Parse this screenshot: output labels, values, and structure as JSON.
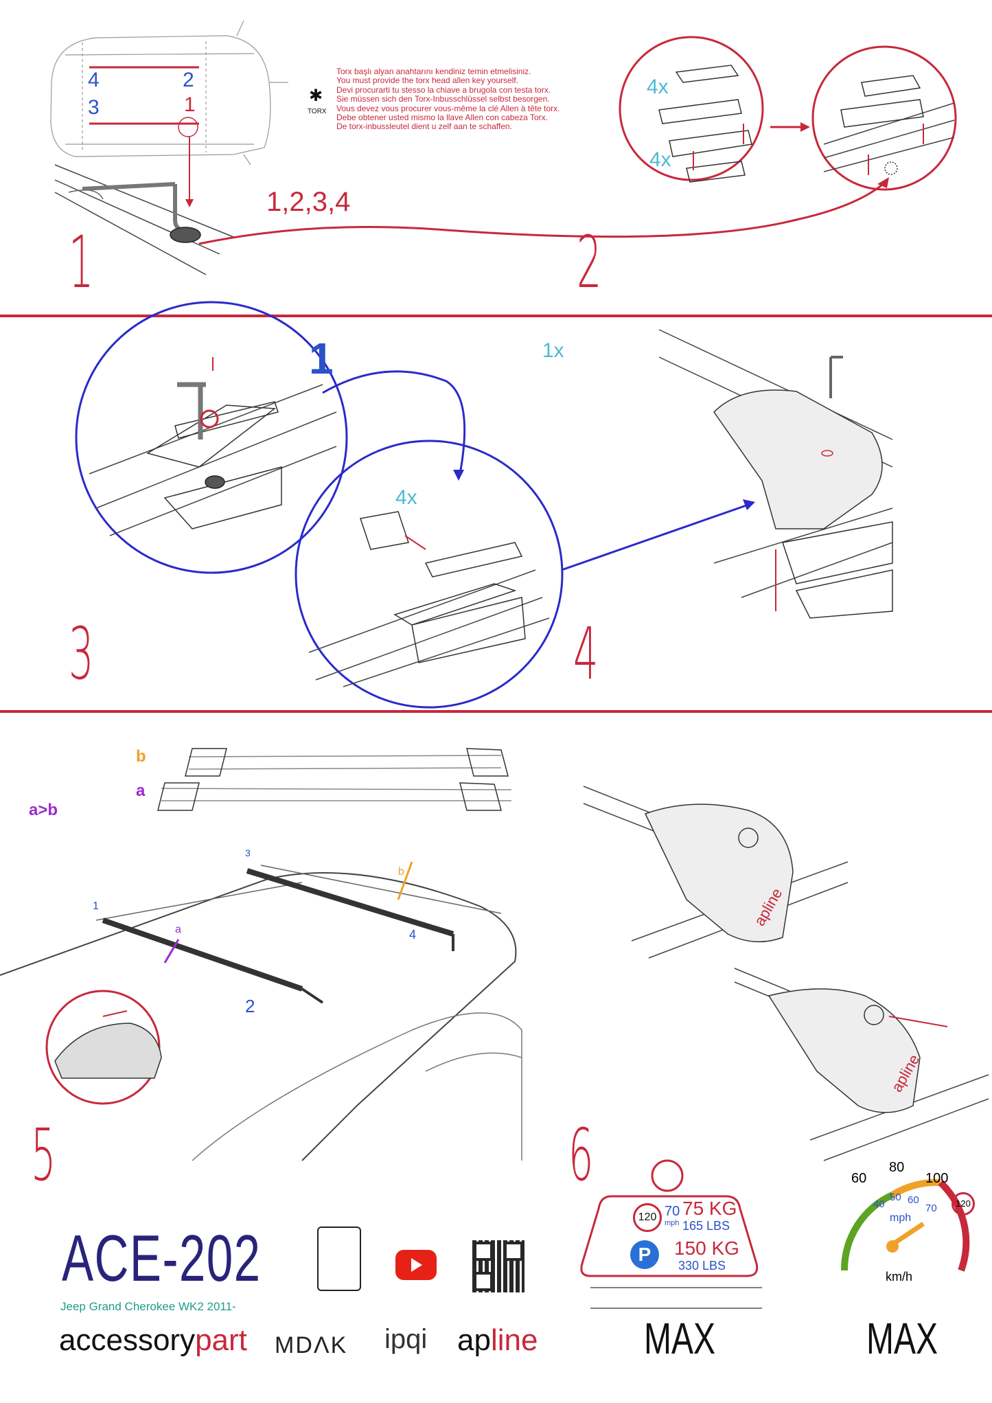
{
  "step_numbers": [
    "1",
    "2",
    "3",
    "4",
    "5",
    "6"
  ],
  "torx": {
    "icon_label": "TORX",
    "lines": [
      "Torx başlı alyan anahtarını kendiniz temin etmelisiniz.",
      "You must provide the torx head allen key yourself.",
      "Devi procurarti tu stesso la chiave a brugola con testa torx.",
      "Sie müssen sich den Torx-Inbusschlüssel selbst besorgen.",
      "Vous devez vous procurer vous-même la clé Allen à tête torx.",
      "Debe obtener usted mismo la llave Allen con cabeza Torx.",
      "De torx-inbussleutel dient u zelf aan te schaffen."
    ]
  },
  "step1": {
    "positions": [
      "4",
      "2",
      "3",
      "1"
    ],
    "sequence": "1,2,3,4"
  },
  "step2": {
    "qty_top": "4x",
    "qty_bottom": "4x"
  },
  "step3": {
    "callout": "1",
    "qty": "4x",
    "qty_key": "1x"
  },
  "step5": {
    "bar_b": "b",
    "bar_a": "a",
    "rule": "a>b",
    "pos_labels": [
      "1",
      "2",
      "3",
      "4"
    ],
    "arrow_a": "a",
    "arrow_b": "b",
    "bracket_brand": "apline"
  },
  "load": {
    "speed_badge": "120",
    "speed_mph": "70",
    "mph_unit": "mph",
    "drive_kg": "75 KG",
    "drive_lbs": "165 LBS",
    "park_icon": "P",
    "park_kg": "150 KG",
    "park_lbs": "330 LBS",
    "label": "MAX"
  },
  "speedo": {
    "kmh_ticks": [
      "60",
      "80",
      "100"
    ],
    "mph_ticks": [
      "40",
      "50",
      "60",
      "70"
    ],
    "mph_unit": "mph",
    "limit_badge": "120",
    "unit": "km/h",
    "label": "MAX"
  },
  "footer": {
    "model": "ACE-202",
    "vehicle": "Jeep Grand Cherokee WK2 2011-",
    "brand_main_a": "accessory",
    "brand_main_b": "part",
    "brand_mdak": "MDΛK",
    "brand_ipqi": "ipqi",
    "brand_apline_a": "ap",
    "brand_apline_b": "line"
  },
  "colors": {
    "accent_red": "#c8283b",
    "blue": "#2a52c9",
    "cyan": "#4fb9d4",
    "purple": "#9b2bd0",
    "orange": "#f0a12a",
    "navy": "#2a237a",
    "teal": "#1f9c8a"
  }
}
